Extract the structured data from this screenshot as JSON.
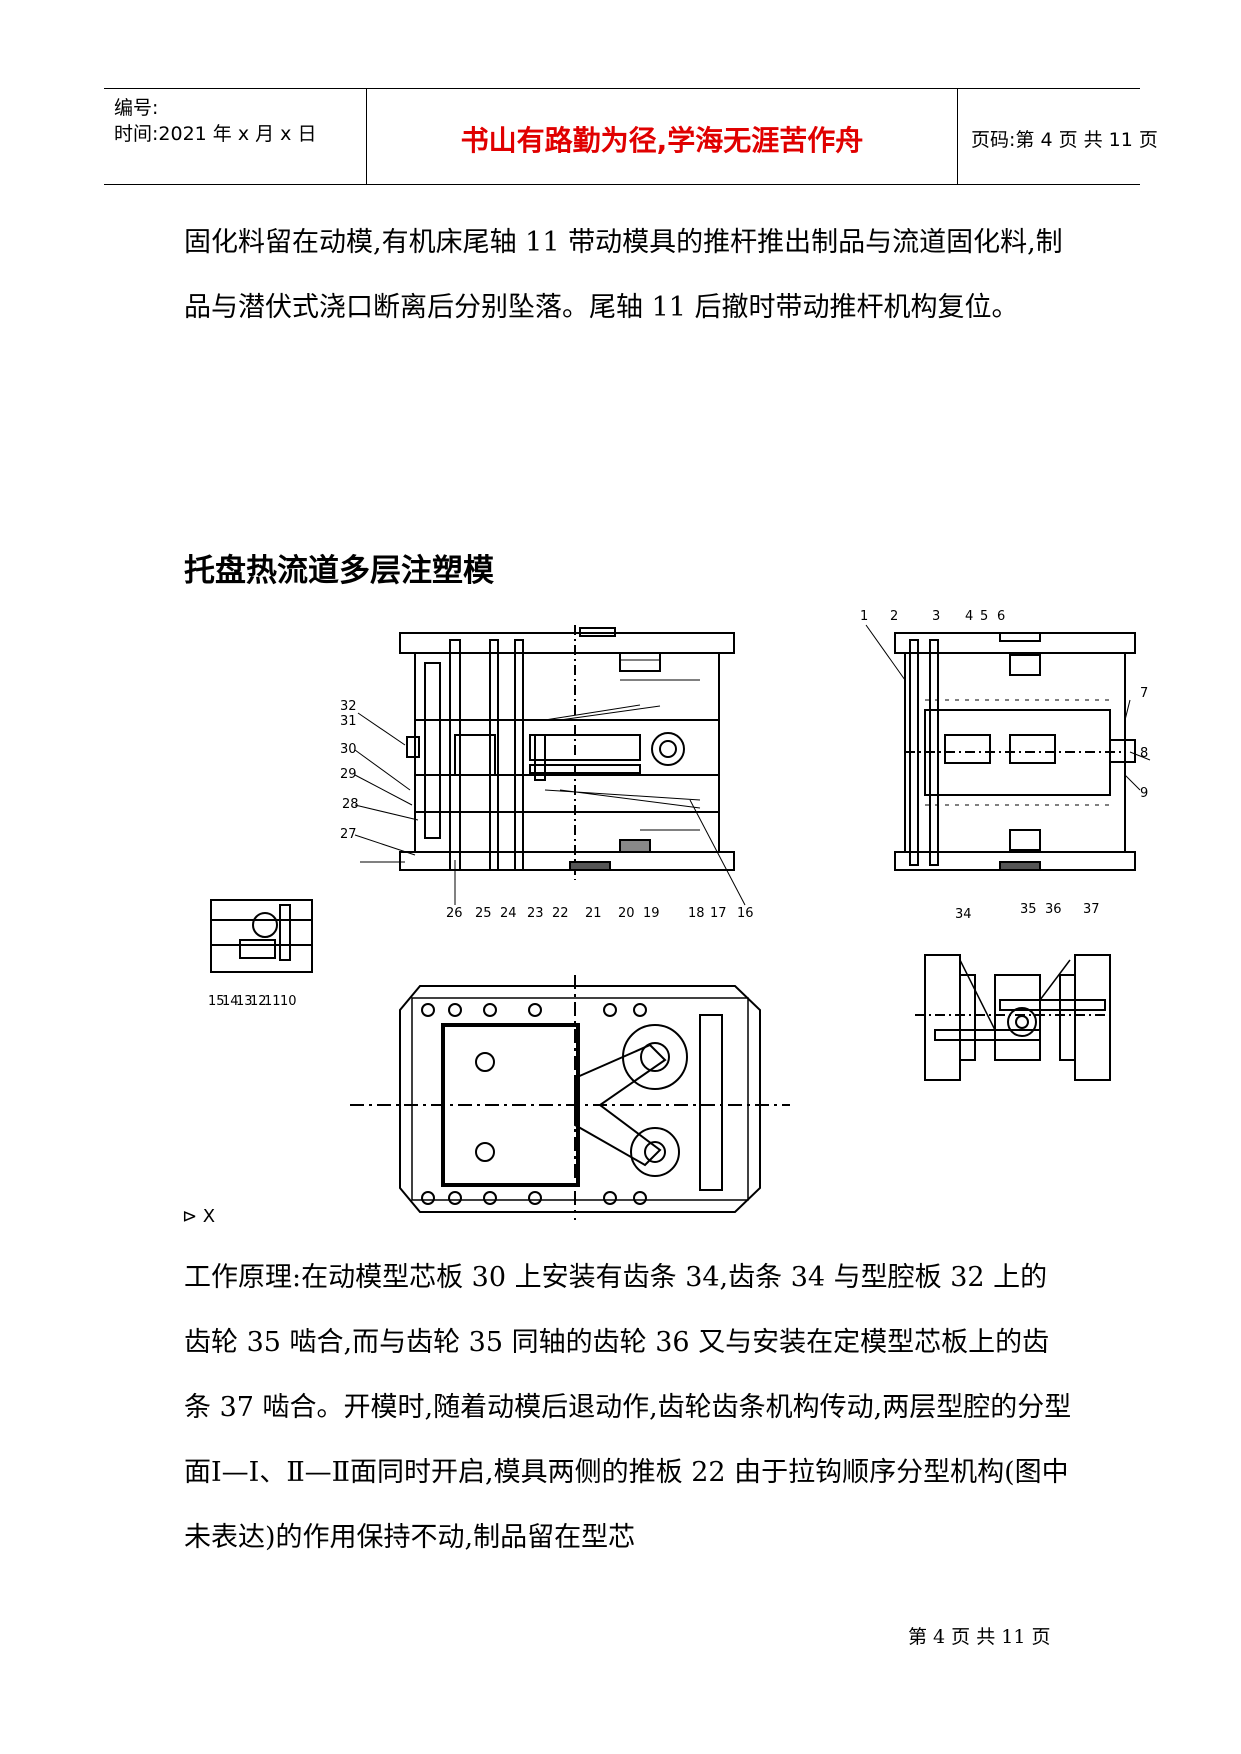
{
  "header": {
    "number_label": "编号:",
    "time_label": "时间:2021 年 x 月 x 日",
    "motto": "书山有路勤为径,学海无涯苦作舟",
    "page_label": "页码:第 4 页 共 11 页"
  },
  "body": {
    "para1": "固化料留在动模,有机床尾轴 11 带动模具的推杆推出制品与流道固化料,制品与潜伏式浇口断离后分别坠落。尾轴 11 后撤时带动推杆机构复位。",
    "section_title": "托盘热流道多层注塑模",
    "para2": "工作原理:在动模型芯板 30 上安装有齿条 34,齿条 34 与型腔板 32 上的齿轮 35 啮合,而与齿轮 35 同轴的齿轮 36 又与安装在定模型芯板上的齿条 37 啮合。开模时,随着动模后退动作,齿轮齿条机构传动,两层型腔的分型面Ⅰ—Ⅰ、Ⅱ—Ⅱ面同时开启,模具两侧的推板 22 由于拉钩顺序分型机构(图中未表达)的作用保持不动,制品留在型芯"
  },
  "figure": {
    "left_labels": [
      "32",
      "31",
      "30",
      "29",
      "28",
      "27"
    ],
    "bottom_labels": [
      "26",
      "25",
      "24",
      "23",
      "22",
      "21",
      "20",
      "19",
      "18",
      "17",
      "16"
    ],
    "top_right_labels": [
      "1",
      "2",
      "3",
      "4",
      "5",
      "6"
    ],
    "right_labels": [
      "7",
      "8",
      "9"
    ],
    "detail_labels": [
      "15",
      "14",
      "13",
      "12",
      "11",
      "10"
    ],
    "gear_labels": [
      "34",
      "35",
      "36",
      "37"
    ],
    "view_mark": "⊳ X"
  },
  "footer": {
    "text": "第 4 页 共 11 页"
  }
}
